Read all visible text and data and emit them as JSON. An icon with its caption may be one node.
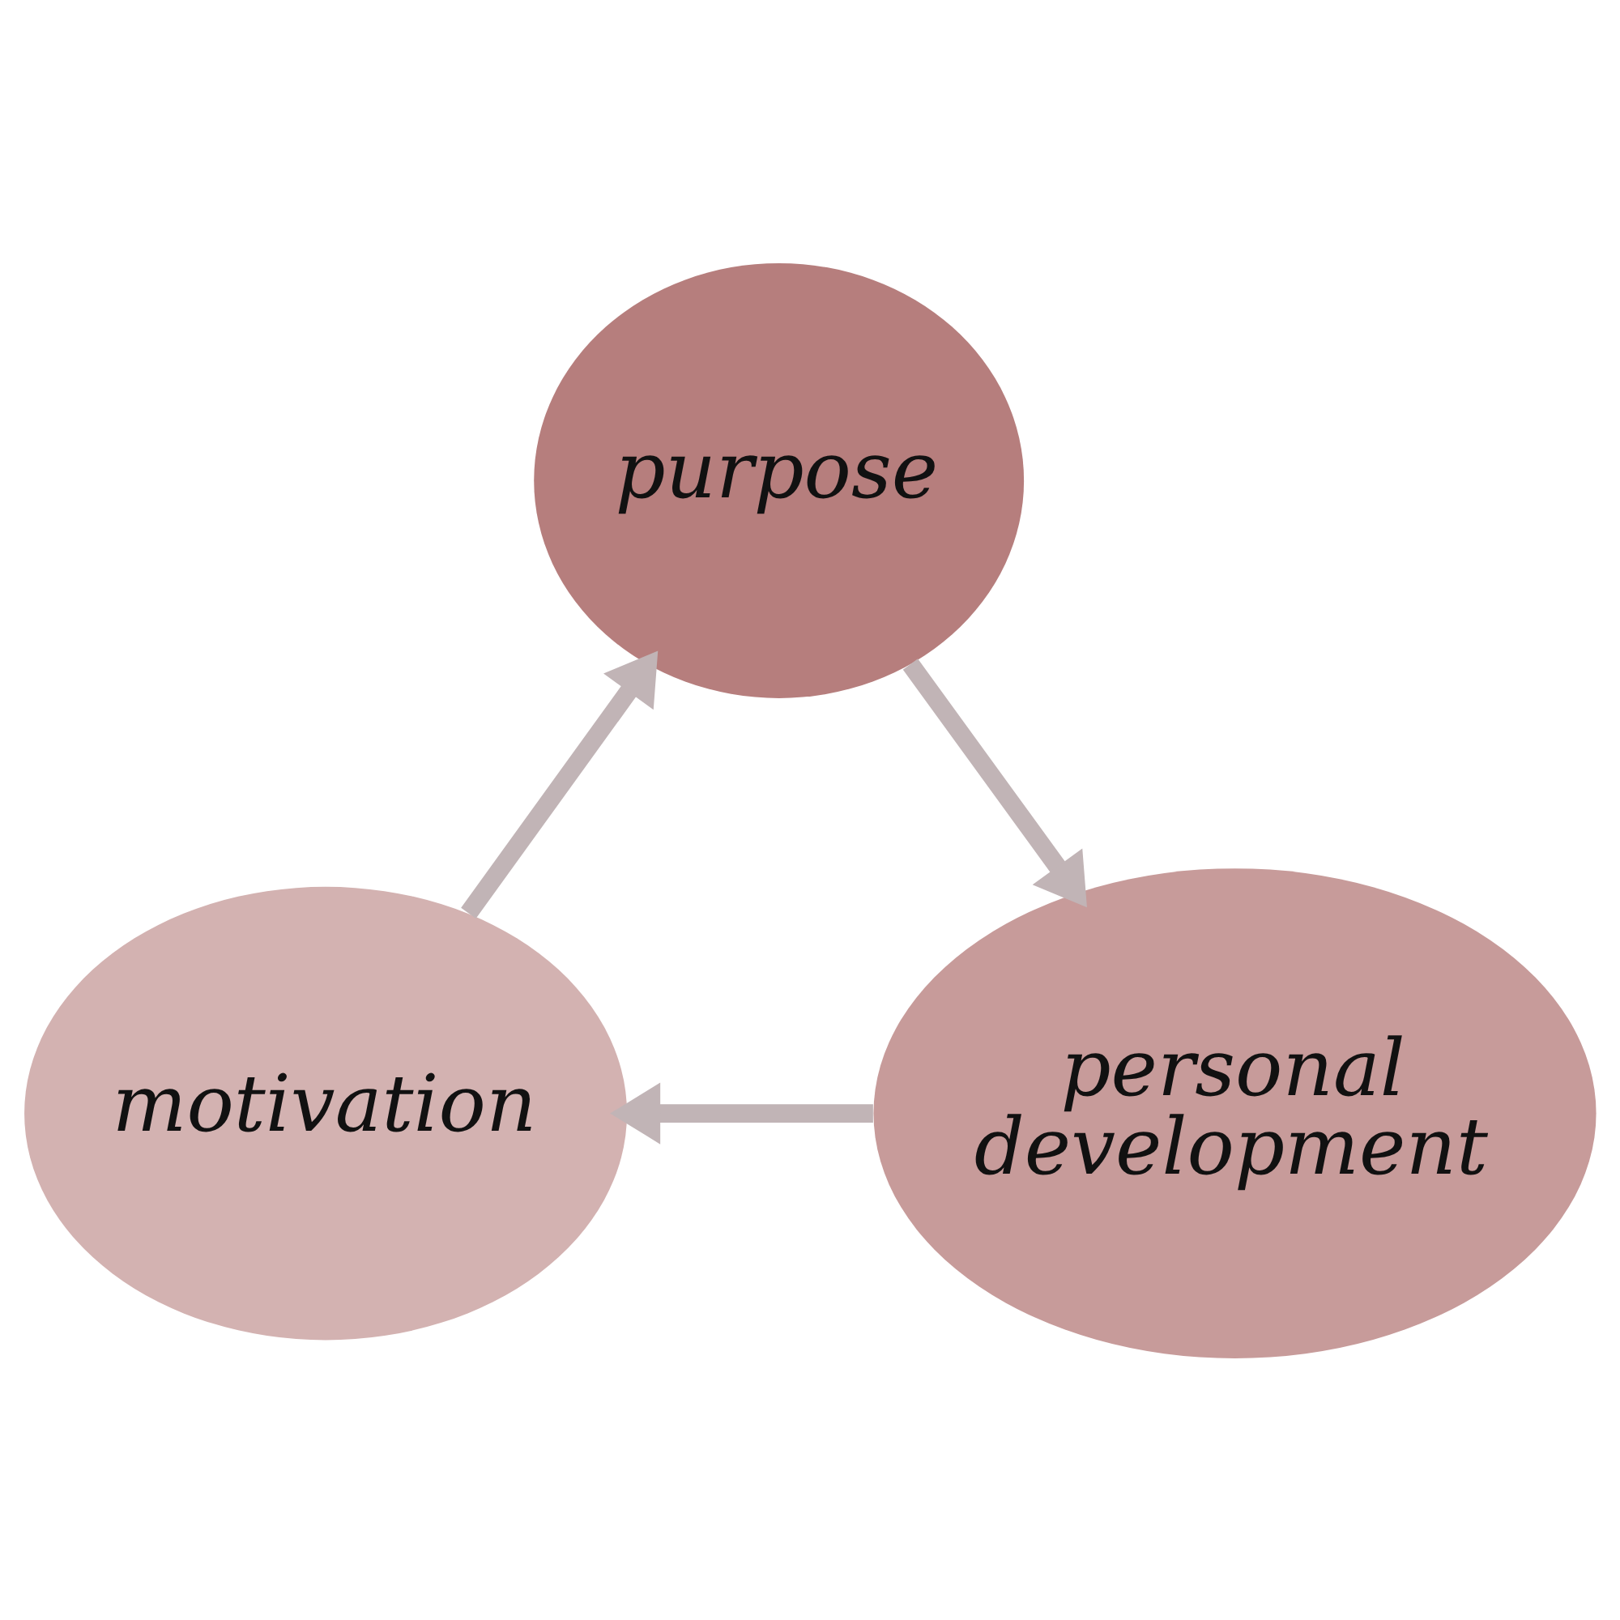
{
  "diagram": {
    "nodes": [
      {
        "text": [
          "purpose"
        ]
      },
      {
        "text": [
          "personal development"
        ]
      },
      {
        "text": [
          "motivation"
        ]
      }
    ],
    "edges": [
      {
        "from": 0,
        "to": 1,
        "arrow": "to"
      },
      {
        "from": 1,
        "to": 2,
        "arrow": "to"
      },
      {
        "from": 2,
        "to": 0,
        "arrow": "to"
      }
    ]
  }
}
